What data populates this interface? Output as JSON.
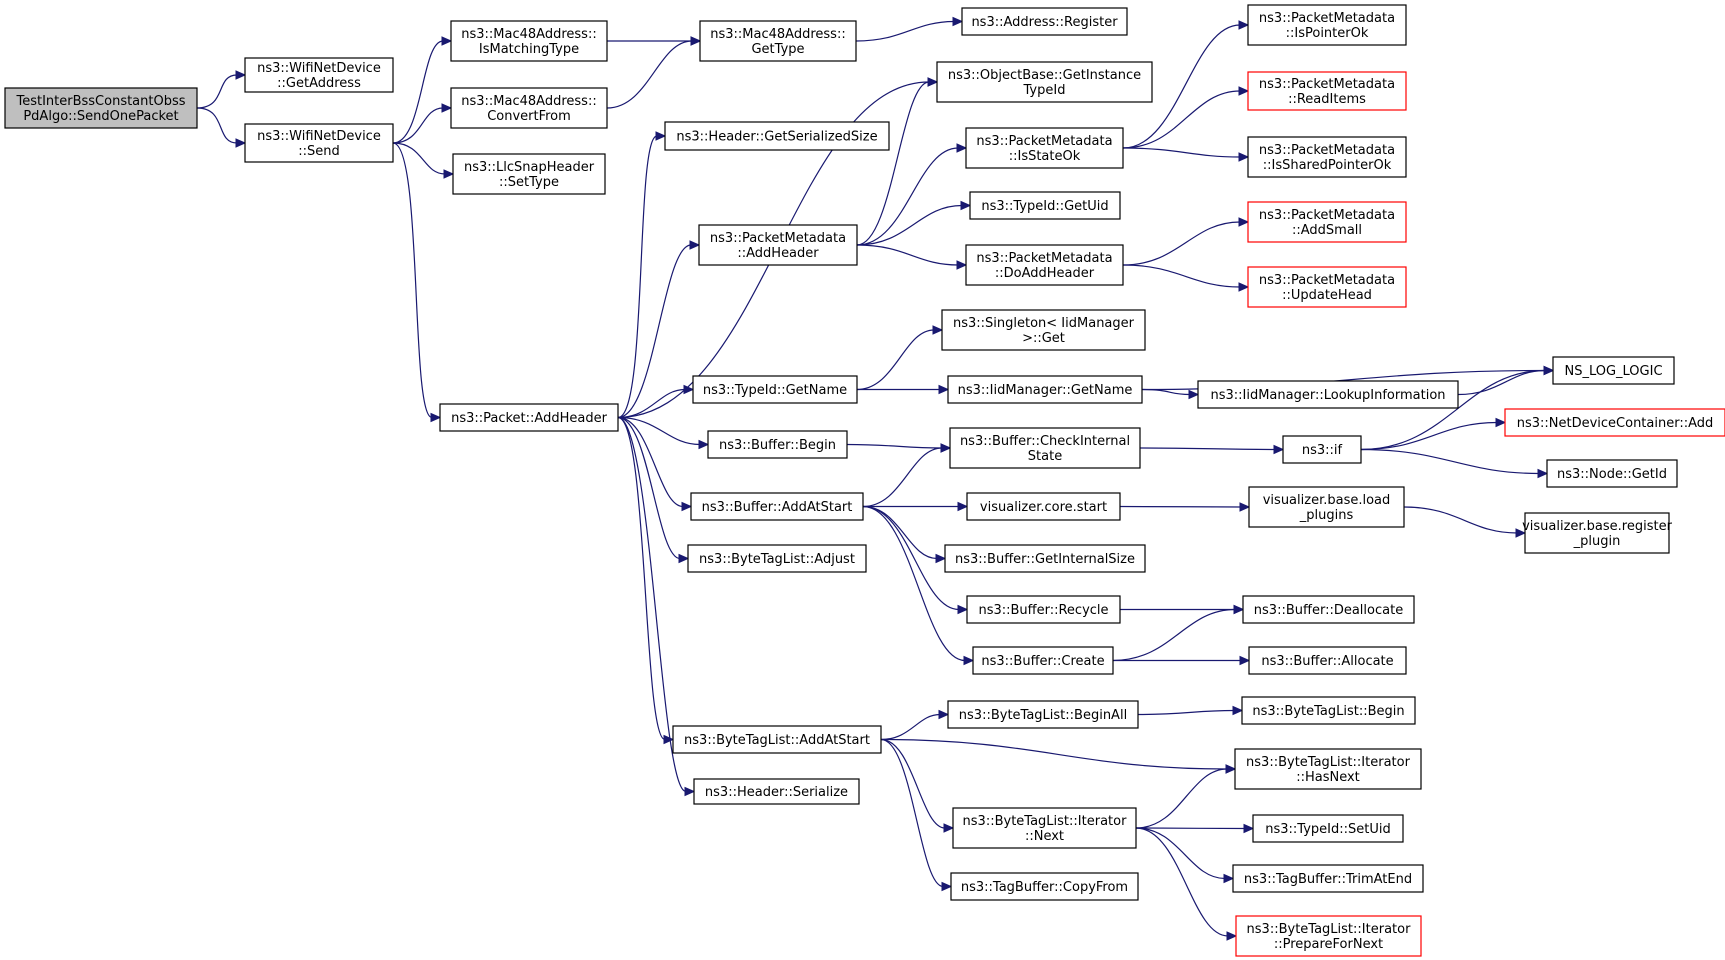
{
  "nodes": [
    {
      "id": "n_root",
      "lines": [
        "TestInterBssConstantObss",
        "PdAlgo::SendOnePacket"
      ],
      "kind": "root"
    },
    {
      "id": "n_wifi_getaddr",
      "lines": [
        "ns3::WifiNetDevice",
        "::GetAddress"
      ]
    },
    {
      "id": "n_wifi_send",
      "lines": [
        "ns3::WifiNetDevice",
        "::Send"
      ]
    },
    {
      "id": "n_mac_ismatch",
      "lines": [
        "ns3::Mac48Address::",
        "IsMatchingType"
      ]
    },
    {
      "id": "n_mac_convert",
      "lines": [
        "ns3::Mac48Address::",
        "ConvertFrom"
      ]
    },
    {
      "id": "n_llc_settype",
      "lines": [
        "ns3::LlcSnapHeader",
        "::SetType"
      ]
    },
    {
      "id": "n_mac_gettype",
      "lines": [
        "ns3::Mac48Address::",
        "GetType"
      ]
    },
    {
      "id": "n_addr_register",
      "lines": [
        "ns3::Address::Register"
      ]
    },
    {
      "id": "n_objbase",
      "lines": [
        "ns3::ObjectBase::GetInstance",
        "TypeId"
      ]
    },
    {
      "id": "n_hdr_size",
      "lines": [
        "ns3::Header::GetSerializedSize"
      ]
    },
    {
      "id": "n_pm_addheader",
      "lines": [
        "ns3::PacketMetadata",
        "::AddHeader"
      ]
    },
    {
      "id": "n_pm_isstateok",
      "lines": [
        "ns3::PacketMetadata",
        "::IsStateOk"
      ]
    },
    {
      "id": "n_typeid_getuid",
      "lines": [
        "ns3::TypeId::GetUid"
      ]
    },
    {
      "id": "n_pm_doadd",
      "lines": [
        "ns3::PacketMetadata",
        "::DoAddHeader"
      ]
    },
    {
      "id": "n_pm_ispointer",
      "lines": [
        "ns3::PacketMetadata",
        "::IsPointerOk"
      ]
    },
    {
      "id": "n_pm_readitems",
      "lines": [
        "ns3::PacketMetadata",
        "::ReadItems"
      ],
      "kind": "truncated"
    },
    {
      "id": "n_pm_isshared",
      "lines": [
        "ns3::PacketMetadata",
        "::IsSharedPointerOk"
      ]
    },
    {
      "id": "n_pm_addsmall",
      "lines": [
        "ns3::PacketMetadata",
        "::AddSmall"
      ],
      "kind": "truncated"
    },
    {
      "id": "n_pm_updatehead",
      "lines": [
        "ns3::PacketMetadata",
        "::UpdateHead"
      ],
      "kind": "truncated"
    },
    {
      "id": "n_singleton",
      "lines": [
        "ns3::Singleton< IidManager",
        " >::Get"
      ]
    },
    {
      "id": "n_typeid_getname",
      "lines": [
        "ns3::TypeId::GetName"
      ]
    },
    {
      "id": "n_iid_getname",
      "lines": [
        "ns3::IidManager::GetName"
      ]
    },
    {
      "id": "n_iid_lookup",
      "lines": [
        "ns3::IidManager::LookupInformation"
      ]
    },
    {
      "id": "n_nslog",
      "lines": [
        "NS_LOG_LOGIC"
      ]
    },
    {
      "id": "n_packet_addheader",
      "lines": [
        "ns3::Packet::AddHeader"
      ]
    },
    {
      "id": "n_buf_begin",
      "lines": [
        "ns3::Buffer::Begin"
      ]
    },
    {
      "id": "n_buf_check",
      "lines": [
        "ns3::Buffer::CheckInternal",
        "State"
      ]
    },
    {
      "id": "n_if",
      "lines": [
        "ns3::if"
      ]
    },
    {
      "id": "n_netdev_add",
      "lines": [
        "ns3::NetDeviceContainer::Add"
      ],
      "kind": "truncated"
    },
    {
      "id": "n_node_getid",
      "lines": [
        "ns3::Node::GetId"
      ]
    },
    {
      "id": "n_buf_addatstart",
      "lines": [
        "ns3::Buffer::AddAtStart"
      ]
    },
    {
      "id": "n_vis_start",
      "lines": [
        "visualizer.core.start"
      ]
    },
    {
      "id": "n_vis_load",
      "lines": [
        "visualizer.base.load",
        "_plugins"
      ]
    },
    {
      "id": "n_vis_register",
      "lines": [
        "visualizer.base.register",
        "_plugin"
      ]
    },
    {
      "id": "n_buf_getsize",
      "lines": [
        "ns3::Buffer::GetInternalSize"
      ]
    },
    {
      "id": "n_btl_adjust",
      "lines": [
        "ns3::ByteTagList::Adjust"
      ]
    },
    {
      "id": "n_buf_recycle",
      "lines": [
        "ns3::Buffer::Recycle"
      ]
    },
    {
      "id": "n_buf_dealloc",
      "lines": [
        "ns3::Buffer::Deallocate"
      ]
    },
    {
      "id": "n_buf_create",
      "lines": [
        "ns3::Buffer::Create"
      ]
    },
    {
      "id": "n_buf_alloc",
      "lines": [
        "ns3::Buffer::Allocate"
      ]
    },
    {
      "id": "n_btl_beginall",
      "lines": [
        "ns3::ByteTagList::BeginAll"
      ]
    },
    {
      "id": "n_btl_begin",
      "lines": [
        "ns3::ByteTagList::Begin"
      ]
    },
    {
      "id": "n_btl_addatstart",
      "lines": [
        "ns3::ByteTagList::AddAtStart"
      ]
    },
    {
      "id": "n_btl_hasnext",
      "lines": [
        "ns3::ByteTagList::Iterator",
        "::HasNext"
      ]
    },
    {
      "id": "n_hdr_serialize",
      "lines": [
        "ns3::Header::Serialize"
      ]
    },
    {
      "id": "n_btl_next",
      "lines": [
        "ns3::ByteTagList::Iterator",
        "::Next"
      ]
    },
    {
      "id": "n_typeid_setuid",
      "lines": [
        "ns3::TypeId::SetUid"
      ]
    },
    {
      "id": "n_tagbuf_trim",
      "lines": [
        "ns3::TagBuffer::TrimAtEnd"
      ]
    },
    {
      "id": "n_tagbuf_copy",
      "lines": [
        "ns3::TagBuffer::CopyFrom"
      ]
    },
    {
      "id": "n_btl_prepare",
      "lines": [
        "ns3::ByteTagList::Iterator",
        "::PrepareForNext"
      ],
      "kind": "truncated"
    }
  ],
  "edges": [
    [
      "n_root",
      "n_wifi_getaddr"
    ],
    [
      "n_root",
      "n_wifi_send"
    ],
    [
      "n_wifi_send",
      "n_mac_ismatch"
    ],
    [
      "n_wifi_send",
      "n_mac_convert"
    ],
    [
      "n_wifi_send",
      "n_llc_settype"
    ],
    [
      "n_wifi_send",
      "n_packet_addheader"
    ],
    [
      "n_mac_ismatch",
      "n_mac_gettype"
    ],
    [
      "n_mac_convert",
      "n_mac_gettype"
    ],
    [
      "n_mac_gettype",
      "n_addr_register"
    ],
    [
      "n_packet_addheader",
      "n_hdr_size"
    ],
    [
      "n_packet_addheader",
      "n_objbase"
    ],
    [
      "n_packet_addheader",
      "n_pm_addheader"
    ],
    [
      "n_packet_addheader",
      "n_typeid_getname"
    ],
    [
      "n_packet_addheader",
      "n_buf_begin"
    ],
    [
      "n_packet_addheader",
      "n_buf_addatstart"
    ],
    [
      "n_packet_addheader",
      "n_btl_adjust"
    ],
    [
      "n_packet_addheader",
      "n_btl_addatstart"
    ],
    [
      "n_packet_addheader",
      "n_hdr_serialize"
    ],
    [
      "n_pm_addheader",
      "n_objbase"
    ],
    [
      "n_pm_addheader",
      "n_pm_isstateok"
    ],
    [
      "n_pm_addheader",
      "n_typeid_getuid"
    ],
    [
      "n_pm_addheader",
      "n_pm_doadd"
    ],
    [
      "n_pm_isstateok",
      "n_pm_ispointer"
    ],
    [
      "n_pm_isstateok",
      "n_pm_readitems"
    ],
    [
      "n_pm_isstateok",
      "n_pm_isshared"
    ],
    [
      "n_pm_doadd",
      "n_pm_addsmall"
    ],
    [
      "n_pm_doadd",
      "n_pm_updatehead"
    ],
    [
      "n_typeid_getname",
      "n_singleton"
    ],
    [
      "n_typeid_getname",
      "n_iid_getname"
    ],
    [
      "n_iid_getname",
      "n_nslog"
    ],
    [
      "n_iid_getname",
      "n_iid_lookup"
    ],
    [
      "n_iid_lookup",
      "n_nslog"
    ],
    [
      "n_buf_begin",
      "n_buf_check"
    ],
    [
      "n_buf_check",
      "n_if"
    ],
    [
      "n_if",
      "n_nslog"
    ],
    [
      "n_if",
      "n_netdev_add"
    ],
    [
      "n_if",
      "n_node_getid"
    ],
    [
      "n_buf_addatstart",
      "n_buf_check"
    ],
    [
      "n_buf_addatstart",
      "n_vis_start"
    ],
    [
      "n_buf_addatstart",
      "n_buf_getsize"
    ],
    [
      "n_buf_addatstart",
      "n_buf_recycle"
    ],
    [
      "n_buf_addatstart",
      "n_buf_create"
    ],
    [
      "n_vis_start",
      "n_vis_load"
    ],
    [
      "n_vis_load",
      "n_vis_register"
    ],
    [
      "n_buf_recycle",
      "n_buf_dealloc"
    ],
    [
      "n_buf_create",
      "n_buf_dealloc"
    ],
    [
      "n_buf_create",
      "n_buf_alloc"
    ],
    [
      "n_btl_addatstart",
      "n_btl_beginall"
    ],
    [
      "n_btl_addatstart",
      "n_btl_hasnext"
    ],
    [
      "n_btl_addatstart",
      "n_btl_next"
    ],
    [
      "n_btl_addatstart",
      "n_tagbuf_copy"
    ],
    [
      "n_btl_beginall",
      "n_btl_begin"
    ],
    [
      "n_btl_next",
      "n_btl_hasnext"
    ],
    [
      "n_btl_next",
      "n_typeid_setuid"
    ],
    [
      "n_btl_next",
      "n_tagbuf_trim"
    ],
    [
      "n_btl_next",
      "n_btl_prepare"
    ]
  ],
  "colors": {
    "edge": "#191970",
    "node_border": "#000000",
    "node_fill": "#ffffff",
    "root_fill": "#bfbfbf",
    "truncated_border": "#ff0000"
  }
}
